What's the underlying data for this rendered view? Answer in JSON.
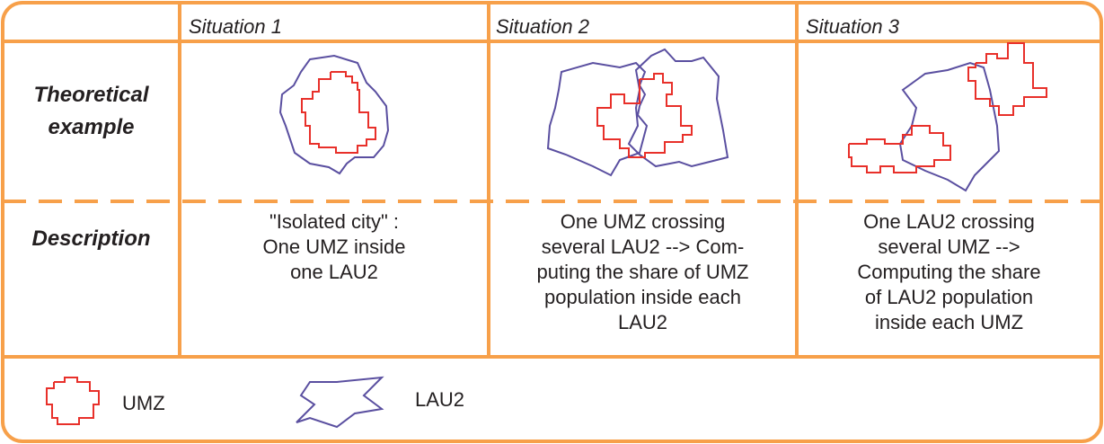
{
  "header": {
    "situation_1": "Situation 1",
    "situation_2": "Situation 2",
    "situation_3": "Situation 3"
  },
  "rows": {
    "theoretical_example_line1": "Theoretical",
    "theoretical_example_line2": "example",
    "description": "Description"
  },
  "descriptions": {
    "situation_1": [
      "\"Isolated city\" :",
      "One UMZ inside",
      "one LAU2"
    ],
    "situation_2": [
      "One UMZ crossing",
      "several LAU2 --> Com-",
      "puting the share of UMZ",
      "population inside each",
      "LAU2"
    ],
    "situation_3": [
      "One LAU2 crossing",
      "several UMZ -->",
      "Computing the share",
      "of LAU2 population",
      "inside each UMZ"
    ]
  },
  "legend": {
    "umz_label": "UMZ",
    "lau2_label": "LAU2"
  },
  "colors": {
    "frame": "#f7a04a",
    "umz": "#e8302a",
    "lau2": "#5a4fa0"
  }
}
